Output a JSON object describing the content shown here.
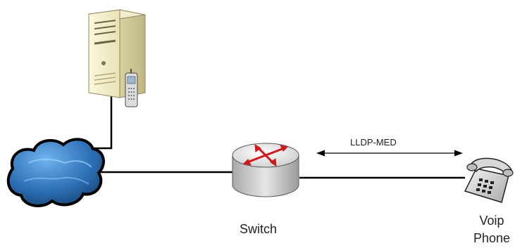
{
  "labels": {
    "lldp": "LLDP-MED",
    "switch": "Switch",
    "phone_line1": "Voip",
    "phone_line2": "Phone"
  }
}
